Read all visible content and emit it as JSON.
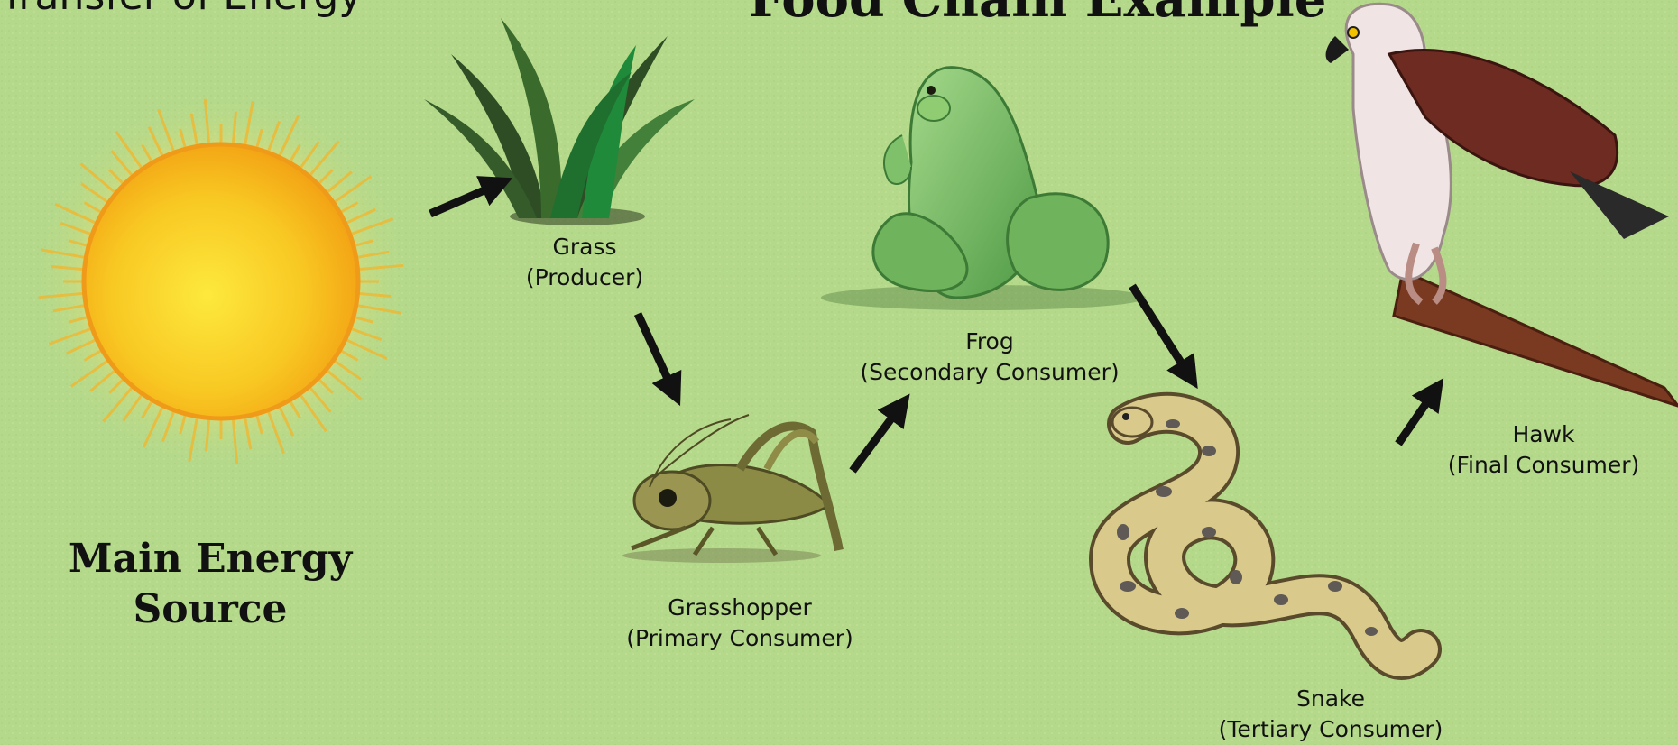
{
  "title": "Food Chain Example",
  "title_fragment": "Transfer of Energy",
  "energy_source": {
    "line1": "Main Energy",
    "line2": "Source"
  },
  "organisms": [
    {
      "name": "Grass",
      "role": "(Producer)",
      "icon": "grass-icon"
    },
    {
      "name": "Grasshopper",
      "role": "(Primary Consumer)",
      "icon": "grasshopper-icon"
    },
    {
      "name": "Frog",
      "role": "(Secondary Consumer)",
      "icon": "frog-icon"
    },
    {
      "name": "Snake",
      "role": "(Tertiary Consumer)",
      "icon": "snake-icon"
    },
    {
      "name": "Hawk",
      "role": "(Final Consumer)",
      "icon": "hawk-icon"
    }
  ],
  "colors": {
    "background": "#b5d98a",
    "sun": "#f7c51c",
    "arrow": "#111111"
  }
}
